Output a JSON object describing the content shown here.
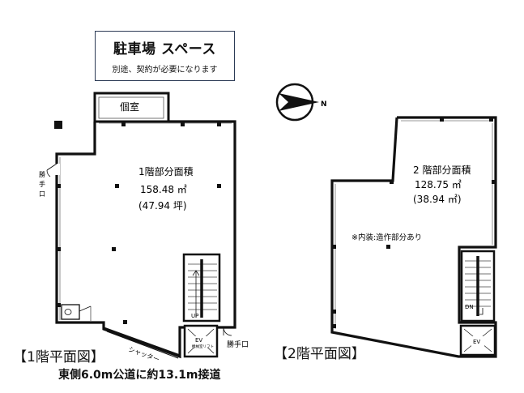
{
  "parking": {
    "title": "駐車場 スペース",
    "subtitle": "別途、契約が必要になります"
  },
  "compass": {
    "north_label": "N"
  },
  "floor1": {
    "heading": "【1階平面図】",
    "room_label": "個室",
    "area_title": "1階部分面積",
    "area_sqm": "158.48 ㎡",
    "area_tsubo": "(47.94 坪)",
    "side_door_label": [
      "勝",
      "手",
      "口"
    ],
    "bottom_door_label": "勝手口",
    "shutter_label": "シャッター",
    "stair_label": "UP",
    "ev_label": "EV",
    "ev_sub_label": "機械室リフト"
  },
  "floor2": {
    "heading": "【2階平面図】",
    "area_title": "2 階部分面積",
    "area_sqm": "128.75 ㎡",
    "area_tsubo": "(38.94 ㎡)",
    "interior_note": "※内装:造作部分あり",
    "stair_label": "DN",
    "ev_label": "EV"
  },
  "road_note": "東側6.0m公道に約13.1m接道"
}
